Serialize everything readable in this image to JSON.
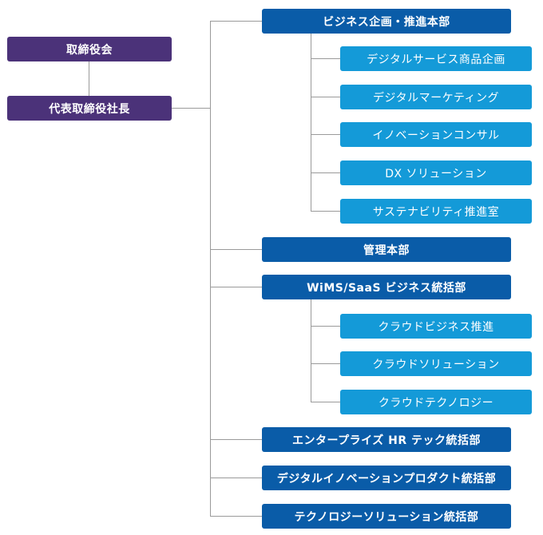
{
  "executives": {
    "board": "取締役会",
    "ceo": "代表取締役社長"
  },
  "divisions": {
    "business_planning": {
      "label": "ビジネス企画・推進本部",
      "children": [
        "デジタルサービス商品企画",
        "デジタルマーケティング",
        "イノベーションコンサル",
        "DX ソリューション",
        "サステナビリティ推進室"
      ]
    },
    "management": {
      "label": "管理本部"
    },
    "wims_saas": {
      "label": "WiMS/SaaS ビジネス統括部",
      "children": [
        "クラウドビジネス推進",
        "クラウドソリューション",
        "クラウドテクノロジー"
      ]
    },
    "enterprise_hr": {
      "label": "エンタープライズ HR テック統括部"
    },
    "digital_innovation": {
      "label": "デジタルイノベーションプロダクト統括部"
    },
    "technology_solution": {
      "label": "テクノロジーソリューション統括部"
    }
  },
  "colors": {
    "executive": "#4b3279",
    "division": "#0a5ca8",
    "subunit": "#149ad8",
    "connector": "#9a9a9a"
  }
}
